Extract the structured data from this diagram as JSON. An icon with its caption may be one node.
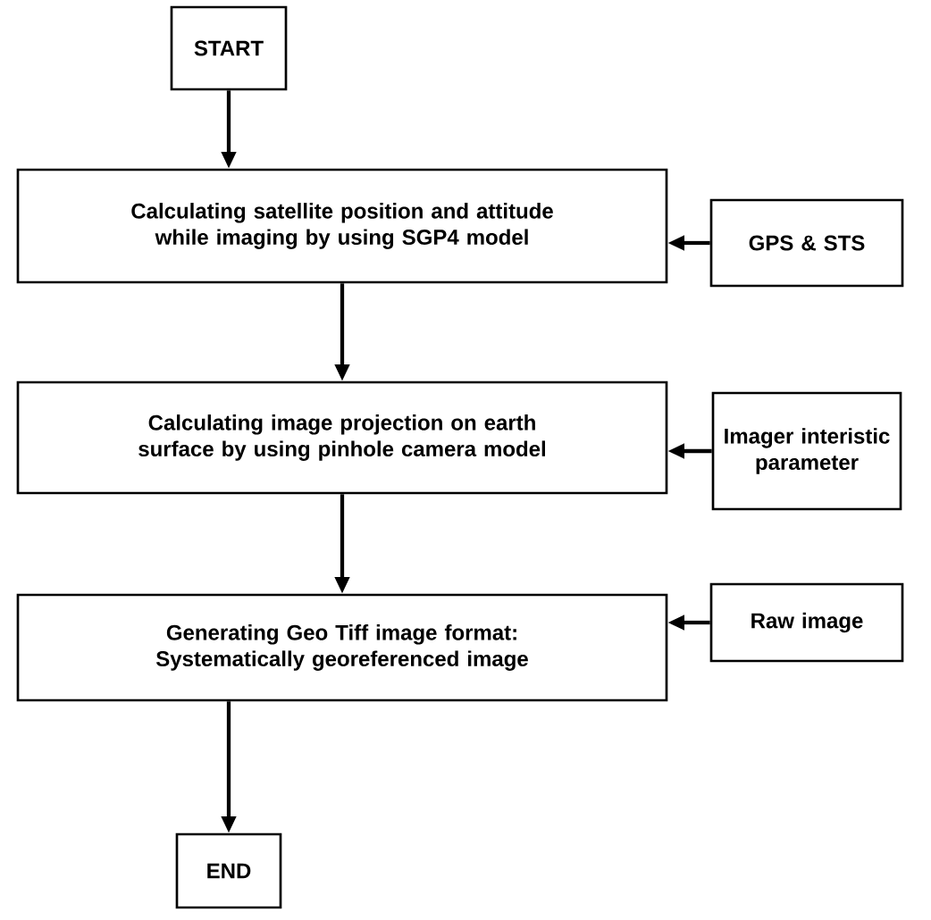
{
  "diagram": {
    "nodes": [
      {
        "text": [
          "START"
        ]
      },
      {
        "text": [
          "Calculating satellite position and attitude while imaging by using SGP4 model"
        ]
      },
      {
        "text": [
          "GPS & STS"
        ]
      },
      {
        "text": [
          "Calculating image projection on earth surface by using pinhole camera model"
        ]
      },
      {
        "text": [
          "Imager interistic parameter"
        ]
      },
      {
        "text": [
          "Generating Geo Tiff image format: Systematically georeferenced image"
        ]
      },
      {
        "text": [
          "Raw image"
        ]
      },
      {
        "text": [
          "END"
        ]
      }
    ],
    "edges": [
      {
        "from": 0,
        "to": 1,
        "arrow": "to"
      },
      {
        "from": 2,
        "to": 1,
        "arrow": "to"
      },
      {
        "from": 1,
        "to": 3,
        "arrow": "to"
      },
      {
        "from": 4,
        "to": 3,
        "arrow": "to"
      },
      {
        "from": 3,
        "to": 5,
        "arrow": "to"
      },
      {
        "from": 6,
        "to": 5,
        "arrow": "to"
      },
      {
        "from": 5,
        "to": 7,
        "arrow": "to"
      }
    ]
  }
}
